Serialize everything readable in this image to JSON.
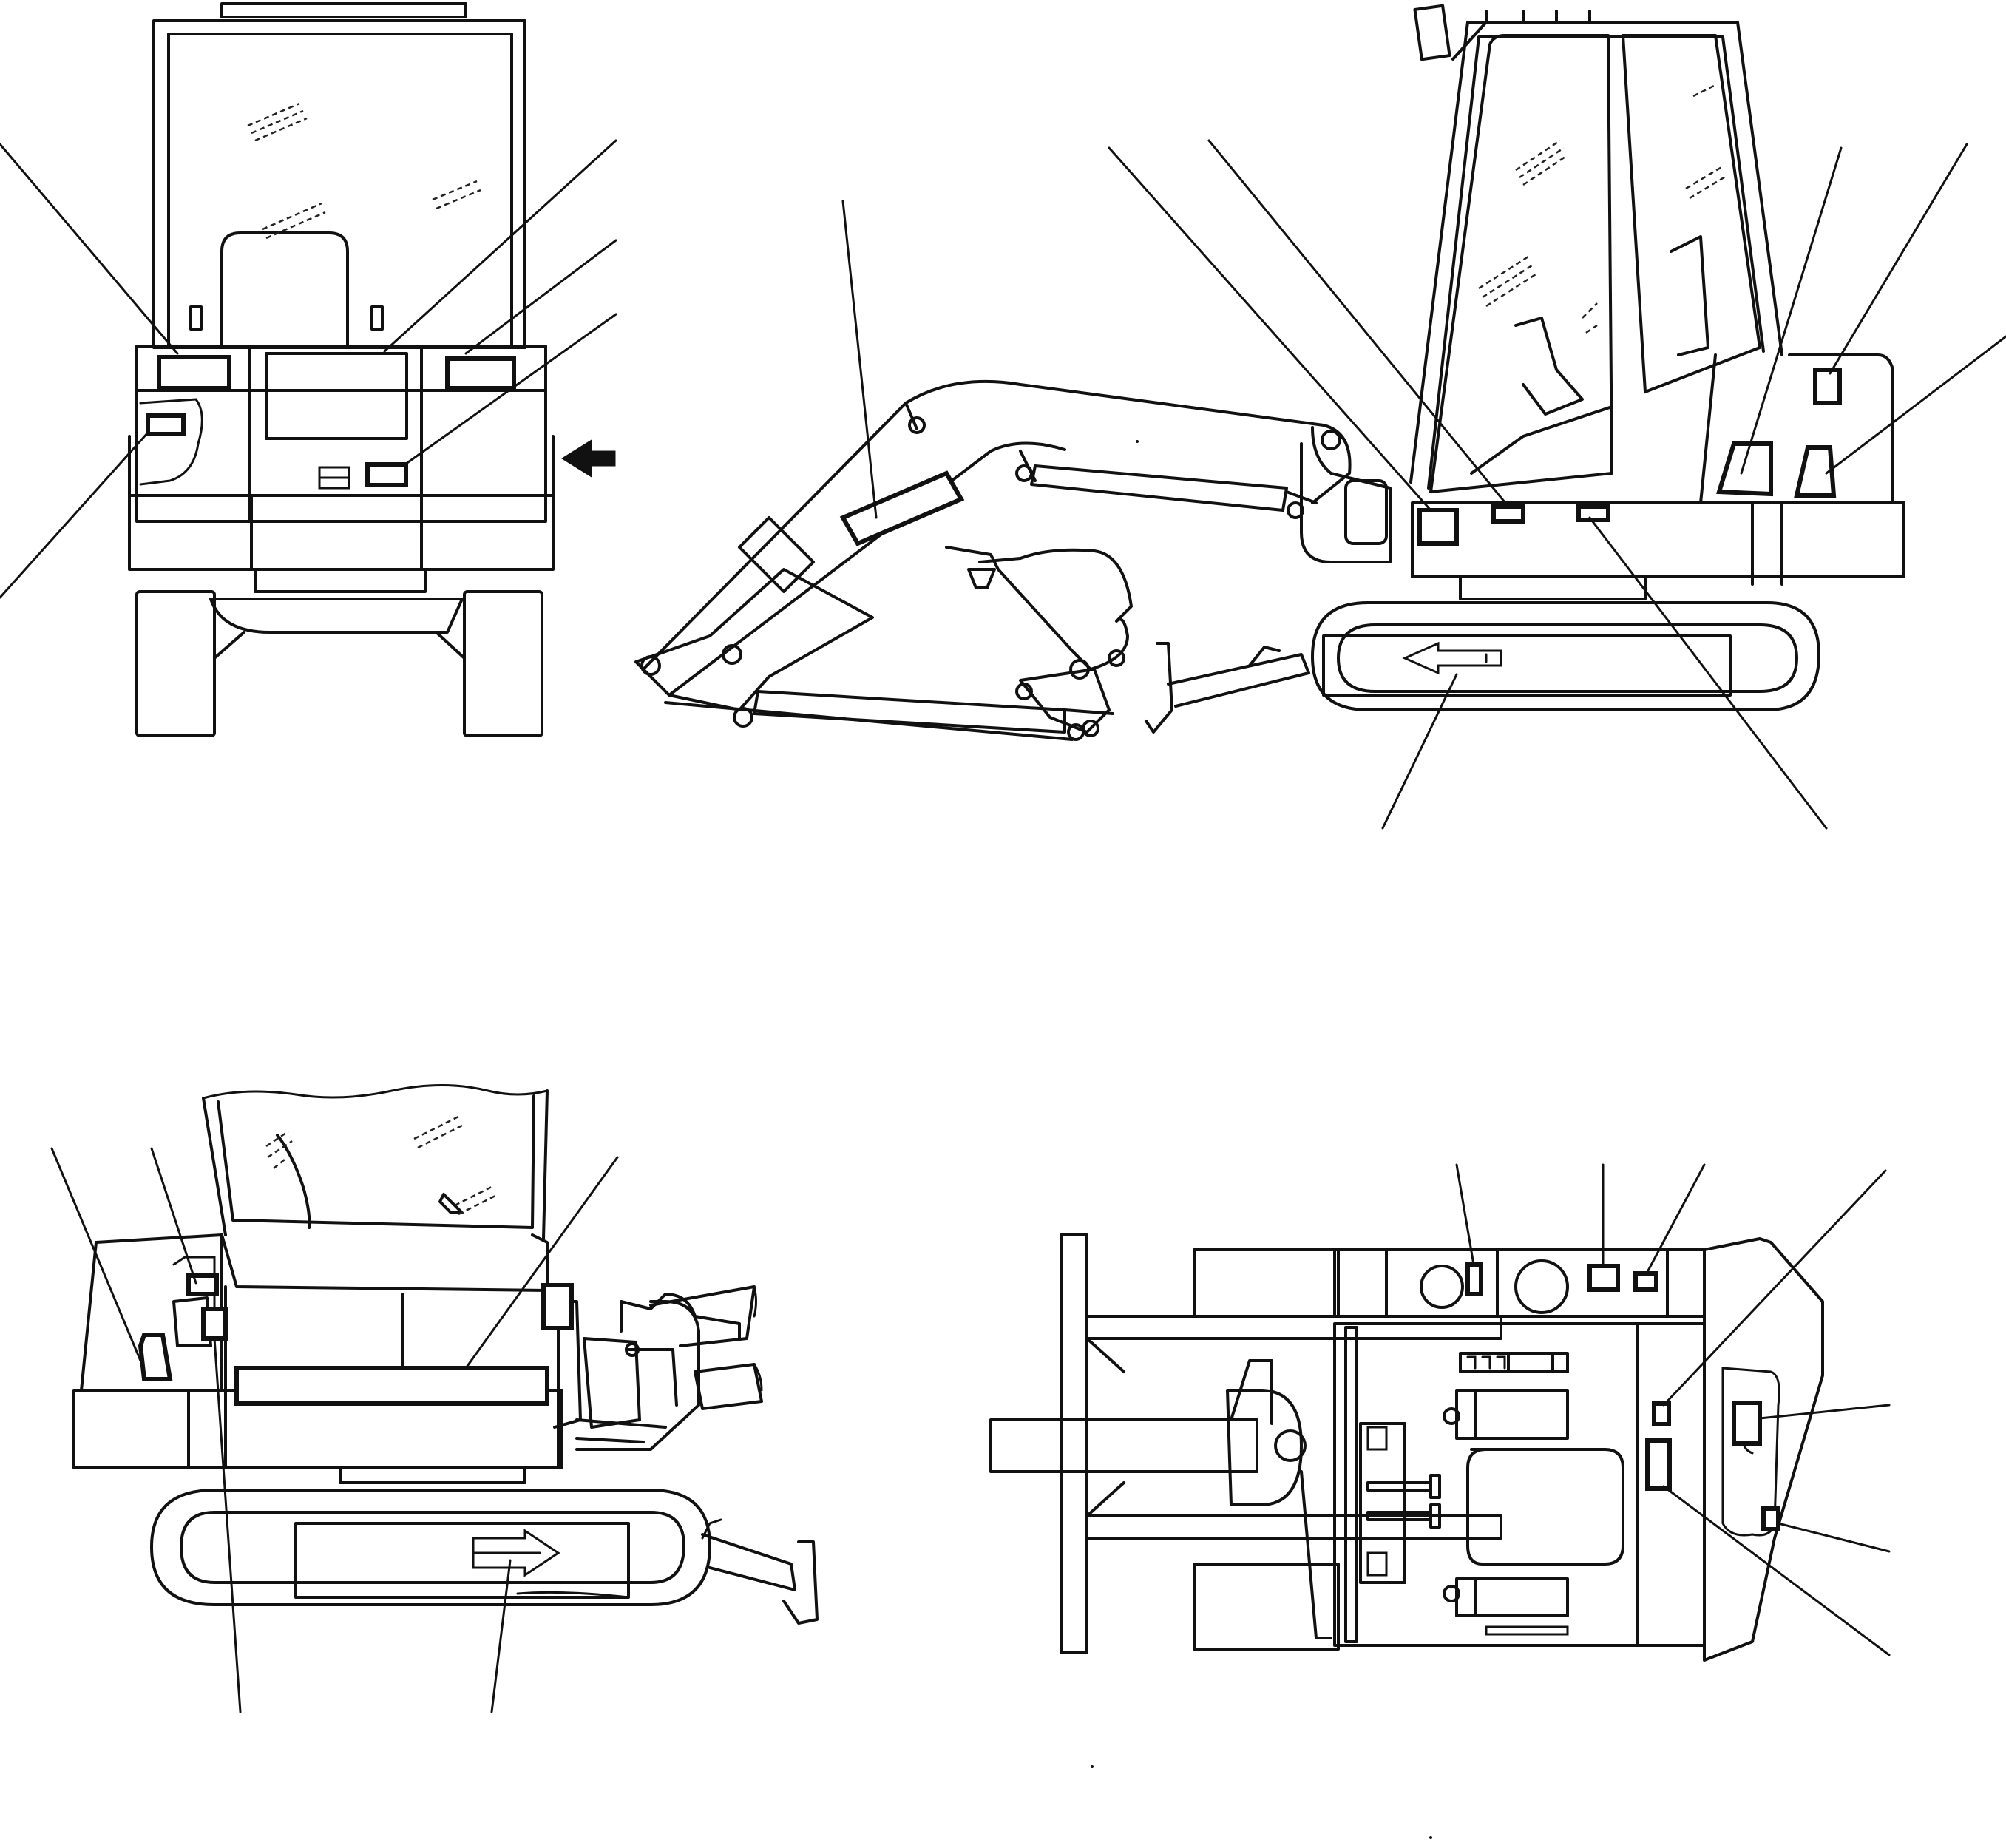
{
  "figure": {
    "views": [
      {
        "id": "rear-view",
        "label": "",
        "decal_count": 5
      },
      {
        "id": "left-side-view",
        "label": "",
        "decal_count": 9
      },
      {
        "id": "right-side-view",
        "label": "",
        "decal_count": 5
      },
      {
        "id": "top-view",
        "label": "",
        "decal_count": 8
      }
    ],
    "callout_numbers": [],
    "icons": [
      "view-direction-arrow-icon",
      "travel-direction-arrow-icon"
    ],
    "colors": {
      "line": "#111111",
      "background": "#ffffff"
    }
  }
}
